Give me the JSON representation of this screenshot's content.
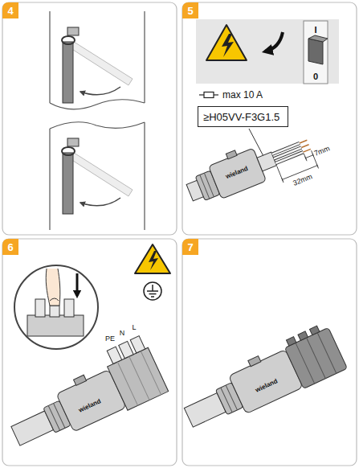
{
  "diagram": {
    "nodes": [
      {
        "text": [
          "4"
        ]
      },
      {
        "text": [
          "5"
        ]
      },
      {
        "text": [
          "I",
          "0"
        ]
      },
      {
        "text": [
          "≥H05VV-F3G1.5"
        ]
      },
      {
        "text": [
          "6"
        ]
      },
      {
        "text": [
          "7"
        ]
      }
    ],
    "labels": [
      "max 10 A",
      "7mm",
      "32mm",
      "wieland",
      "PE",
      "N",
      "L",
      "wieland",
      "wieland"
    ]
  }
}
